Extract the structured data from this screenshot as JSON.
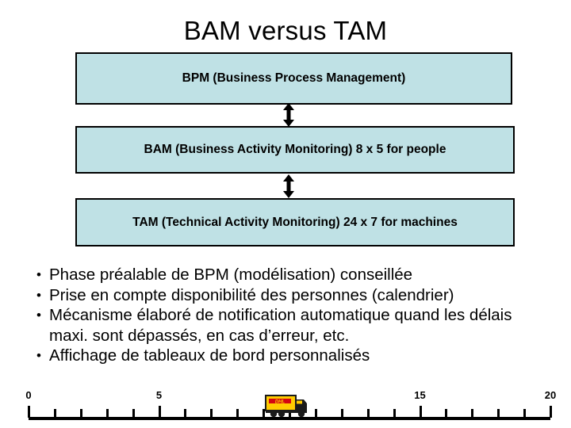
{
  "slide": {
    "title": "BAM versus TAM",
    "background_color": "#ffffff"
  },
  "diagram": {
    "box_fill_color": "#bfe1e5",
    "box_border_color": "#000000",
    "boxes": [
      {
        "id": "bpm",
        "label": "BPM (Business Process Management)"
      },
      {
        "id": "bam",
        "label": "BAM (Business Activity Monitoring) 8 x 5 for people"
      },
      {
        "id": "tam",
        "label": "TAM (Technical Activity Monitoring) 24 x 7 for machines"
      }
    ],
    "connectors": [
      {
        "id": "bpm-bam",
        "type": "double-arrow-vertical"
      },
      {
        "id": "bam-tam",
        "type": "double-arrow-vertical"
      }
    ]
  },
  "bullets": {
    "marker": "•",
    "items": [
      "Phase préalable de BPM (modélisation) conseillée",
      "Prise en compte disponibilité des personnes (calendrier)",
      "Mécanisme élaboré de notification automatique quand les délais maxi. sont dépassés, en cas d’erreur, etc.",
      "Affichage de tableaux de bord personnalisés"
    ]
  },
  "ruler": {
    "min": 0,
    "max": 20,
    "tick_step": 1,
    "major_tick_step": 5,
    "labels": [
      {
        "value": 0,
        "text": "0"
      },
      {
        "value": 5,
        "text": "5"
      },
      {
        "value": 15,
        "text": "15"
      },
      {
        "value": 20,
        "text": "20"
      }
    ],
    "marker": {
      "icon": "dhl-truck-icon",
      "value": 10,
      "body_color": "#ffcc00",
      "logo_color": "#d40511",
      "logo_text": "DHL",
      "cab_color": "#1a1a1a"
    }
  }
}
